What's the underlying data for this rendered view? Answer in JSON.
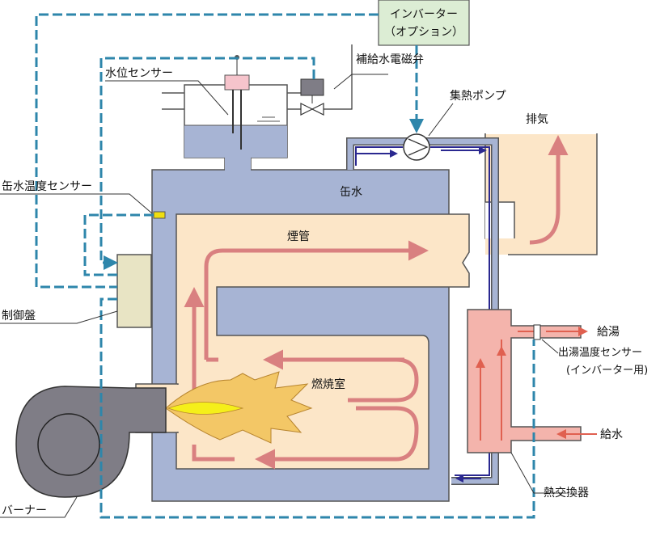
{
  "labels": {
    "inverter_line1": "インバーター",
    "inverter_line2": "（オプション）",
    "solenoid_valve": "補給水電磁弁",
    "water_level_sensor": "水位センサー",
    "collection_pump": "集熱ポンプ",
    "exhaust": "排気",
    "boiler_water_temp_sensor": "缶水温度センサー",
    "boiler_water": "缶水",
    "smoke_tube": "煙管",
    "control_panel": "制御盤",
    "combustion_chamber": "燃焼室",
    "hot_water_out": "給湯",
    "outlet_temp_sensor": "出湯温度センサー",
    "outlet_temp_sensor_sub": "(インバーター用)",
    "water_supply": "給水",
    "heat_exchanger": "熱交換器",
    "burner": "バーナー"
  },
  "colors": {
    "control_line": "#2e86ab",
    "boiler_body": "#a7b4d4",
    "gas_path": "#fce6c8",
    "gas_arrow": "#d98080",
    "flame_outer": "#f3c766",
    "flame_inner": "#f5ef1a",
    "pump_loop": "#2a2890",
    "heat_exchanger": "#f4b4ac",
    "burner_body": "#7f7d86",
    "control_panel": "#e8e4c4",
    "inverter_box": "#dcedd4",
    "sensor": "#f0de10"
  }
}
